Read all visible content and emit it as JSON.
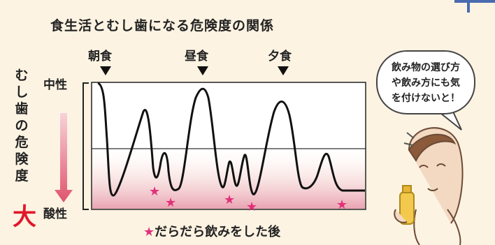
{
  "title": "食生活とむし歯になる危険度の関係",
  "meals": [
    "朝食",
    "昼食",
    "夕食"
  ],
  "y_axis": {
    "vertical_label": "むし歯の危険度",
    "big_char": "大",
    "top_label": "中性",
    "bottom_label": "酸性"
  },
  "caption": {
    "star": "★",
    "text": "だらだら飲みをした後"
  },
  "speech_bubble": [
    "飲み物の選び方",
    "や飲み方にも気",
    "を付けないと！"
  ],
  "colors": {
    "curve": "#111111",
    "acid_fill": "#e9a3b2",
    "star": "#e0317a",
    "big_char": "#e0182a",
    "arrow": "#e57d92"
  },
  "illustration": "person-holding-drink-icon"
}
